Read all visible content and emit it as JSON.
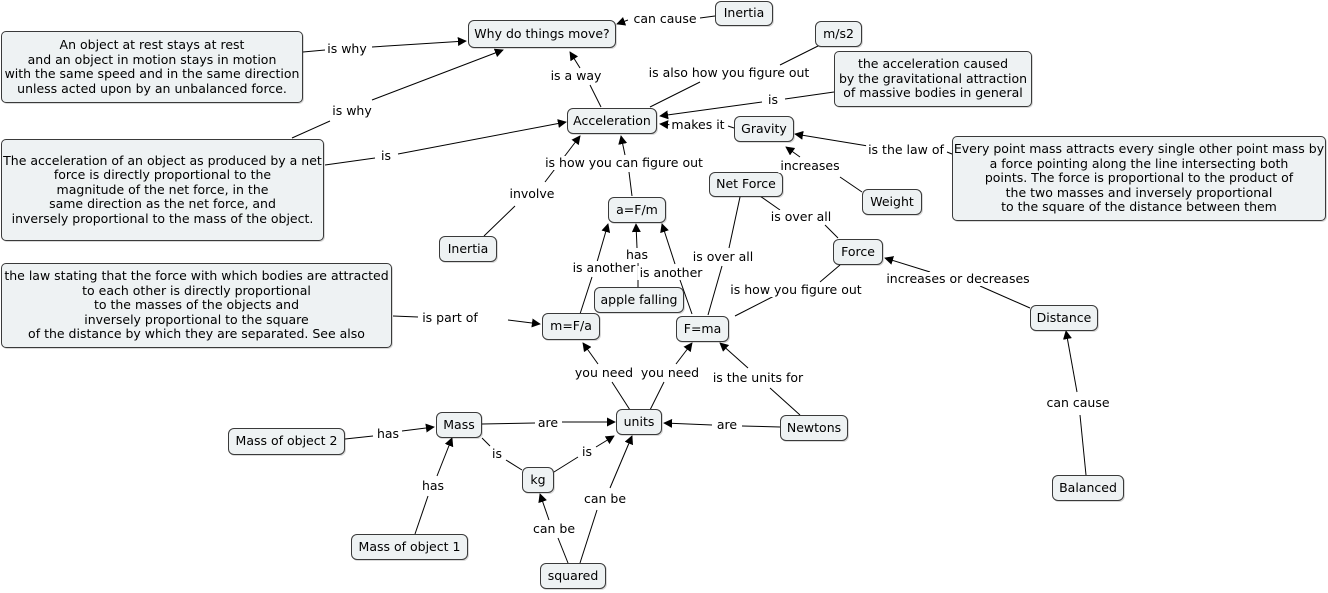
{
  "nodes": {
    "why_move": "Why do things move?",
    "inertia_top": "Inertia",
    "ms2": "m/s2",
    "newton_first": "An object at rest stays at rest\nand an object in motion stays in motion\nwith the same speed and in the same direction\nunless acted upon by an unbalanced force.",
    "grav_accel_def": "the acceleration caused\nby the gravitational attraction\nof massive bodies in general",
    "acceleration": "Acceleration",
    "gravity": "Gravity",
    "newton_second": "The acceleration of an object as produced by a net\nforce is directly proportional to the\nmagnitude of the net force, in the\nsame direction as the net force, and\ninversely proportional to the mass of the object.",
    "law_gravitation": "Every point mass attracts every single other point mass by\na force pointing along the line intersecting both\npoints. The force is proportional to the product of\nthe two masses and inversely proportional\nto the square of the distance between them",
    "net_force": "Net Force",
    "weight": "Weight",
    "a_fm": "a=F/m",
    "inertia_low": "Inertia",
    "force": "Force",
    "gravitation_def": "the law stating that the force with which bodies are attracted\nto each other is directly proportional\nto the masses of the objects and\ninversely proportional to the square\nof the distance by which they are separated. See also",
    "apple": "apple falling",
    "m_fa": "m=F/a",
    "f_ma": "F=ma",
    "distance": "Distance",
    "mass2": "Mass of object 2",
    "mass": "Mass",
    "units": "units",
    "newtons": "Newtons",
    "kg": "kg",
    "mass1": "Mass of object 1",
    "balanced": "Balanced",
    "squared": "squared"
  },
  "links": {
    "can_cause_top": "can cause",
    "is_why_1": "is why",
    "is_why_2": "is why",
    "is_a_way": "is a way",
    "also_figure": "is also how you figure out",
    "is_grav": "is",
    "makes_it": "makes it",
    "law_of": "is the law of",
    "is_accel": "is",
    "increases": "increases",
    "figure_out": "is how you can figure out",
    "involve": "involve",
    "is_over_all_1": "is over all",
    "is_over_all_2": "is over all",
    "has_apple": "has",
    "another_1": "is another",
    "another_2": "is another",
    "inc_dec": "increases or decreases",
    "how_figure": "is how you figure out",
    "part_of": "is part of",
    "need_1": "you need",
    "need_2": "you need",
    "units_for": "is the units for",
    "has_m2": "has",
    "are_1": "are",
    "are_2": "are",
    "can_cause_bal": "can cause",
    "is_kg": "is",
    "is_kg_units": "is",
    "has_m1": "has",
    "can_be_1": "can be",
    "can_be_2": "can be"
  }
}
